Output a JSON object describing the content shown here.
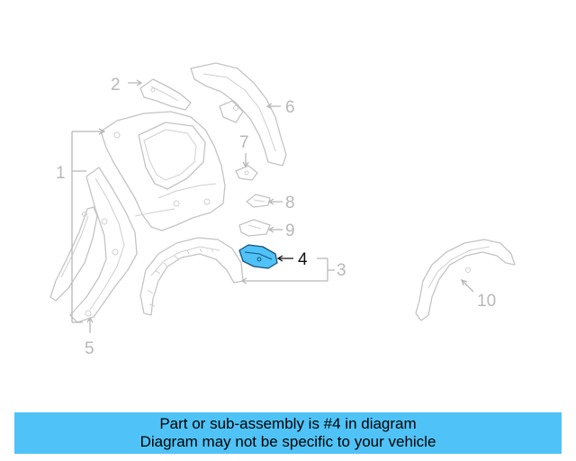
{
  "diagram": {
    "callouts": [
      "1",
      "2",
      "3",
      "4",
      "5",
      "6",
      "7",
      "8",
      "9",
      "10"
    ],
    "highlight_color": "#4fc3f7",
    "highlighted_part": "4"
  },
  "banner": {
    "line1": "Part or sub-assembly is #4 in diagram",
    "line2": "Diagram may not be specific to your vehicle",
    "background": "#4fc3f7"
  }
}
